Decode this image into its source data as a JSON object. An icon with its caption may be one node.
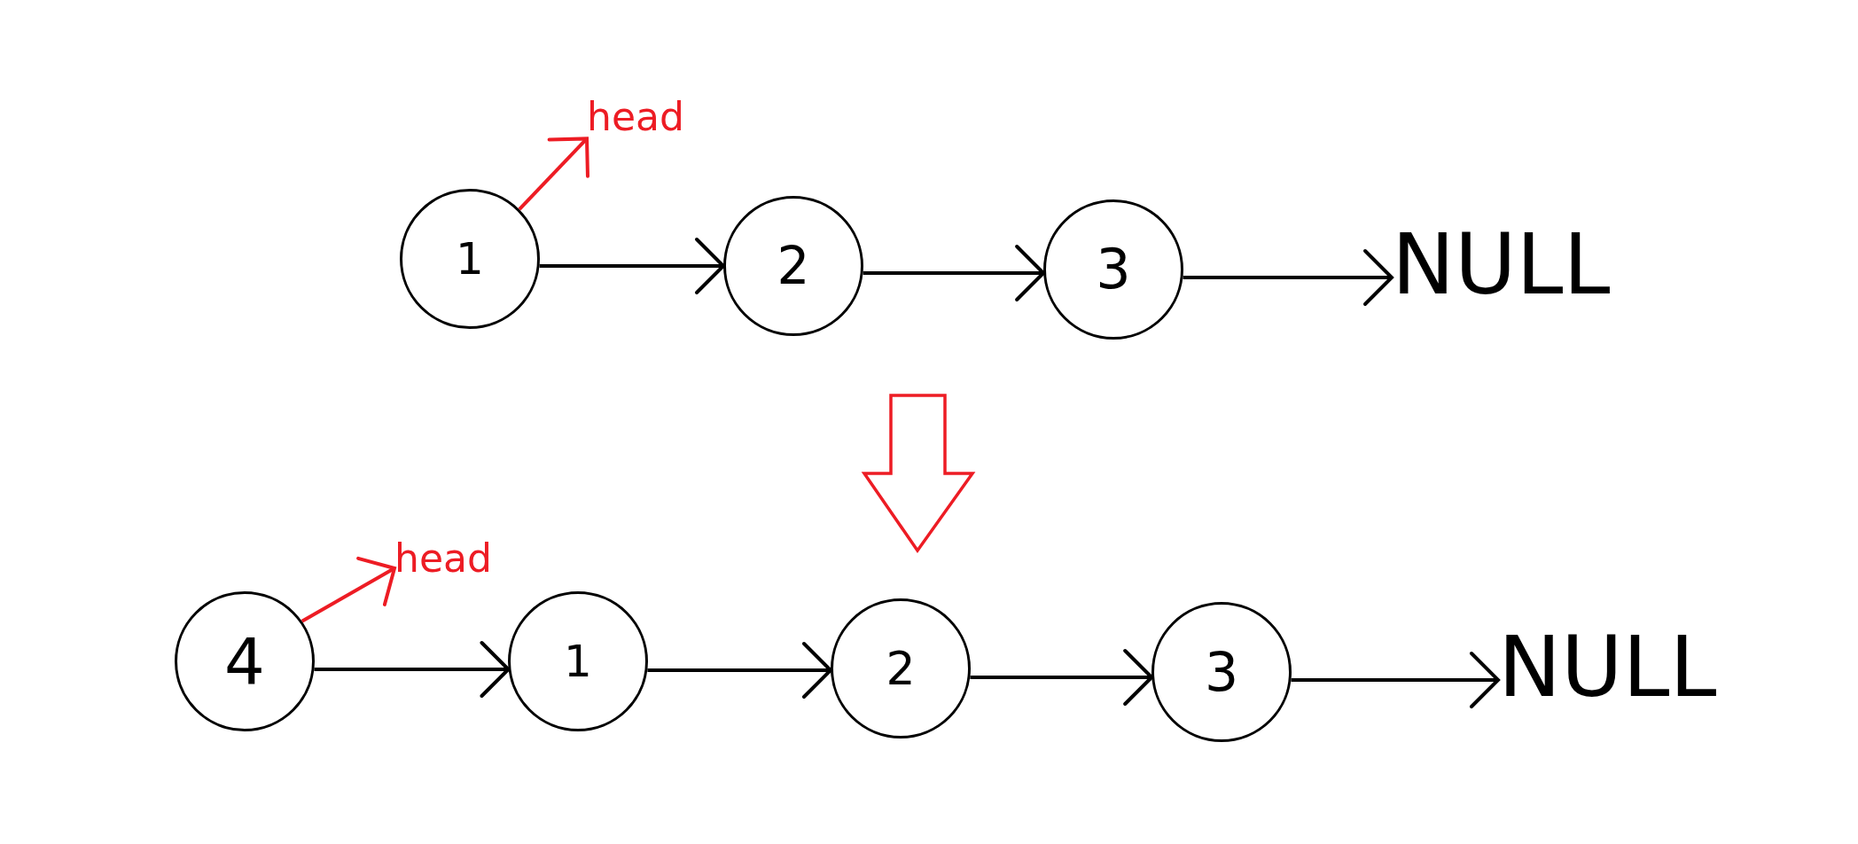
{
  "diagram": {
    "nodes": [
      {
        "text": [
          "head"
        ]
      },
      {
        "text": [
          "1"
        ]
      },
      {
        "text": [
          "2"
        ]
      },
      {
        "text": [
          "3"
        ]
      },
      {
        "text": [
          "NULL"
        ]
      },
      {
        "text": [
          "head"
        ]
      },
      {
        "text": [
          "4"
        ]
      },
      {
        "text": [
          "1"
        ]
      },
      {
        "text": [
          "2"
        ]
      },
      {
        "text": [
          "3"
        ]
      },
      {
        "text": [
          "NULL"
        ]
      }
    ],
    "edges": [
      {
        "from": 1,
        "to": 0,
        "arrow": "to",
        "color": "#ed1c24"
      },
      {
        "from": 1,
        "to": 2,
        "arrow": "to"
      },
      {
        "from": 2,
        "to": 3,
        "arrow": "to"
      },
      {
        "from": 3,
        "to": 4,
        "arrow": "to"
      },
      {
        "from": 6,
        "to": 5,
        "arrow": "to",
        "color": "#ed1c24"
      },
      {
        "from": 6,
        "to": 7,
        "arrow": "to"
      },
      {
        "from": 7,
        "to": 8,
        "arrow": "to"
      },
      {
        "from": 8,
        "to": 9,
        "arrow": "to"
      },
      {
        "from": 9,
        "to": 10,
        "arrow": "to"
      }
    ]
  }
}
